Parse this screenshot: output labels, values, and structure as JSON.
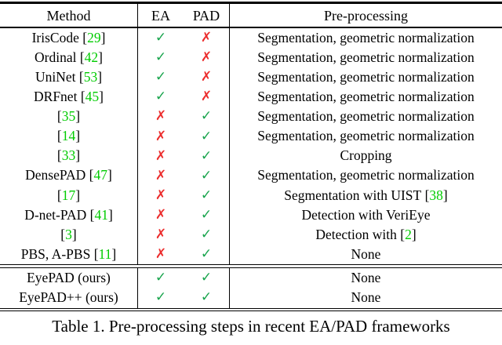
{
  "table": {
    "headers": {
      "method": "Method",
      "ea": "EA",
      "pad": "PAD",
      "pre": "Pre-processing"
    },
    "rows": [
      {
        "method": "IrisCode",
        "cite": "29",
        "ea": "check",
        "pad": "cross",
        "pre": "Segmentation, geometric normalization",
        "pre_cite": null
      },
      {
        "method": "Ordinal",
        "cite": "42",
        "ea": "check",
        "pad": "cross",
        "pre": "Segmentation, geometric normalization",
        "pre_cite": null
      },
      {
        "method": "UniNet",
        "cite": "53",
        "ea": "check",
        "pad": "cross",
        "pre": "Segmentation, geometric normalization",
        "pre_cite": null
      },
      {
        "method": "DRFnet",
        "cite": "45",
        "ea": "check",
        "pad": "cross",
        "pre": "Segmentation, geometric normalization",
        "pre_cite": null
      },
      {
        "method": "",
        "cite": "35",
        "ea": "cross",
        "pad": "check",
        "pre": "Segmentation, geometric normalization",
        "pre_cite": null
      },
      {
        "method": "",
        "cite": "14",
        "ea": "cross",
        "pad": "check",
        "pre": "Segmentation, geometric normalization",
        "pre_cite": null
      },
      {
        "method": "",
        "cite": "33",
        "ea": "cross",
        "pad": "check",
        "pre": "Cropping",
        "pre_cite": null
      },
      {
        "method": "DensePAD",
        "cite": "47",
        "ea": "cross",
        "pad": "check",
        "pre": "Segmentation, geometric normalization",
        "pre_cite": null
      },
      {
        "method": "",
        "cite": "17",
        "ea": "cross",
        "pad": "check",
        "pre": "Segmentation with UIST",
        "pre_cite": "38"
      },
      {
        "method": "D-net-PAD",
        "cite": "41",
        "ea": "cross",
        "pad": "check",
        "pre": "Detection with VeriEye",
        "pre_cite": null
      },
      {
        "method": "",
        "cite": "3",
        "ea": "cross",
        "pad": "check",
        "pre": "Detection with",
        "pre_cite": "2"
      },
      {
        "method": "PBS, A-PBS",
        "cite": "11",
        "ea": "cross",
        "pad": "check",
        "pre": "None",
        "pre_cite": null
      }
    ],
    "ours_rows": [
      {
        "method": "EyePAD (ours)",
        "cite": null,
        "ea": "check",
        "pad": "check",
        "pre": "None",
        "pre_cite": null
      },
      {
        "method": "EyePAD++ (ours)",
        "cite": null,
        "ea": "check",
        "pad": "check",
        "pre": "None",
        "pre_cite": null
      }
    ],
    "caption": "Table 1. Pre-processing steps in recent EA/PAD frameworks"
  },
  "glyphs": {
    "check": "✓",
    "cross": "✗"
  },
  "colors": {
    "check": "#18A44C",
    "cross": "#EC2D2D",
    "cite": "#00CC00"
  }
}
